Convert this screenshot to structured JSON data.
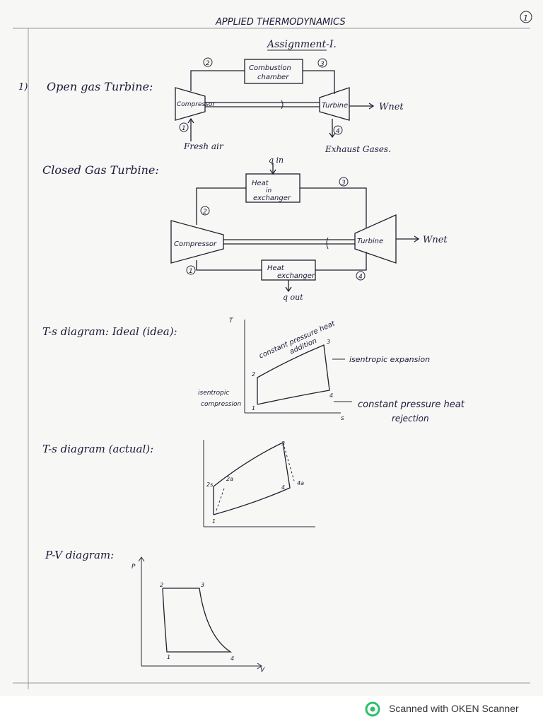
{
  "header": {
    "title": "APPLIED THERMODYNAMICS",
    "page_number": "1",
    "assignment": "Assignment-I."
  },
  "question_number": "1)",
  "open_turbine": {
    "heading": "Open gas Turbine:",
    "combustion_chamber": [
      "Combustion",
      "chamber"
    ],
    "compressor": "Compressor",
    "turbine": "Turbine",
    "wnet": "Wnet",
    "fresh_air": "Fresh air",
    "exhaust": "Exhaust Gases.",
    "states": [
      "1",
      "2",
      "3",
      "4"
    ]
  },
  "closed_turbine": {
    "heading": "Closed Gas Turbine:",
    "heat_in_box": [
      "Heat",
      "in",
      "exchanger"
    ],
    "heat_out_box": [
      "Heat",
      "exchanger"
    ],
    "q_in": "q in",
    "q_out": "q out",
    "compressor": "Compressor",
    "turbine": "Turbine",
    "wnet": "Wnet",
    "states": [
      "1",
      "2",
      "3",
      "4"
    ]
  },
  "ts_ideal": {
    "heading": "T-s diagram: Ideal (idea):",
    "y_axis": "T",
    "x_axis": "s",
    "heat_addition": [
      "constant pressure heat",
      "addition"
    ],
    "isentropic_expansion": "isentropic expansion",
    "isentropic_compression": [
      "isentropic",
      "compression"
    ],
    "heat_rejection": [
      "constant pressure heat",
      "rejection"
    ],
    "states": [
      "1",
      "2",
      "3",
      "4"
    ]
  },
  "ts_actual": {
    "heading": "T-s diagram (actual):",
    "states": [
      "1",
      "2s",
      "2a",
      "3",
      "4",
      "4a"
    ]
  },
  "pv": {
    "heading": "P-V diagram:",
    "y_axis": "P",
    "x_axis": "V",
    "states": [
      "1",
      "2",
      "3",
      "4"
    ]
  },
  "footer": {
    "scanner_text": "Scanned with OKEN Scanner"
  }
}
